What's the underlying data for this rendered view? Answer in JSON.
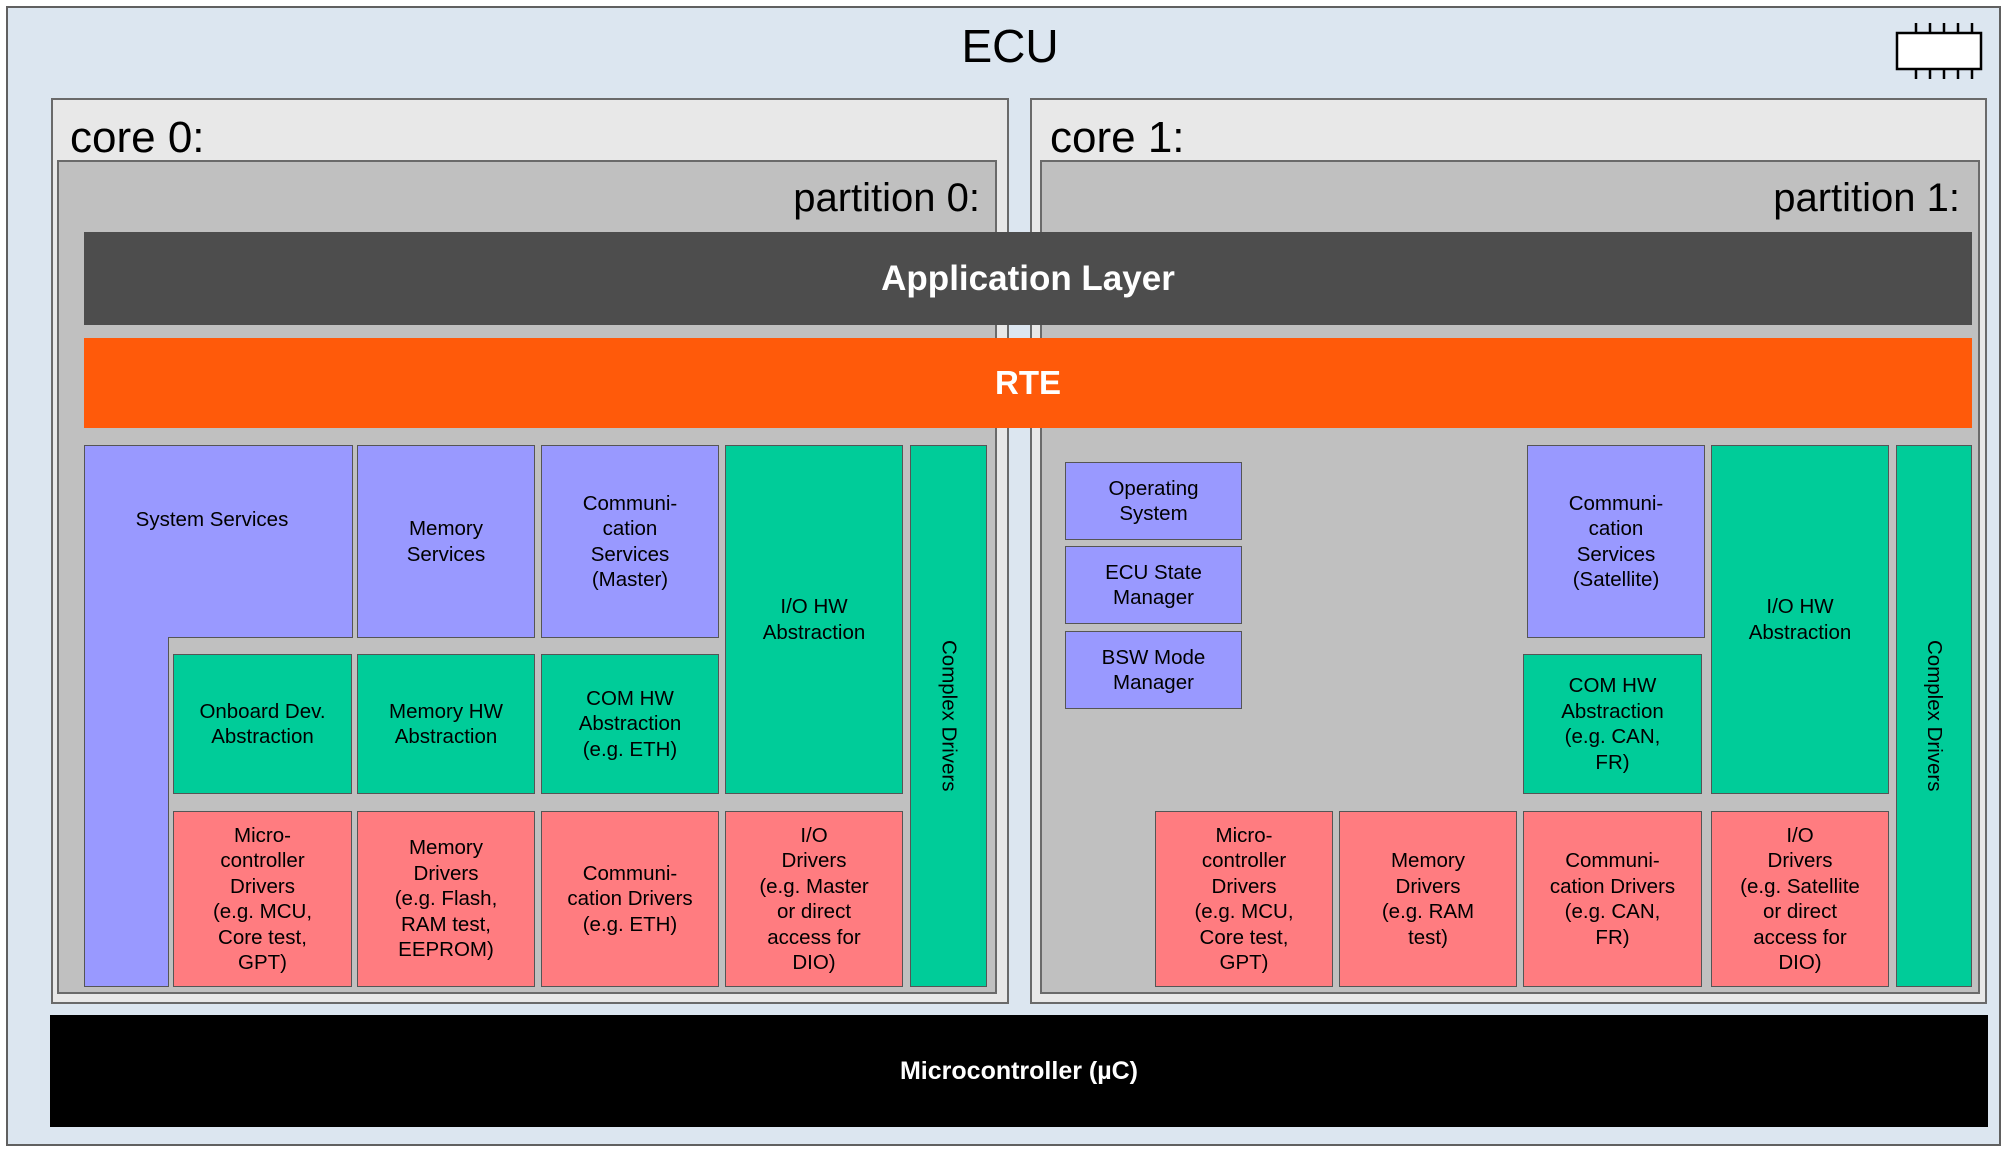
{
  "ecu": {
    "title": "ECU"
  },
  "cores": [
    {
      "label": "core 0:",
      "partition": "partition 0:"
    },
    {
      "label": "core 1:",
      "partition": "partition 1:"
    }
  ],
  "layers": {
    "application": "Application Layer",
    "rte": "RTE",
    "microcontroller": "Microcontroller (µC)"
  },
  "partition0": {
    "system_services": "System Services",
    "memory_services": "Memory\nServices",
    "comm_services": "Communi-\ncation\nServices\n(Master)",
    "io_hw": "I/O HW\nAbstraction",
    "complex_drivers": "Complex Drivers",
    "onboard": "Onboard Dev.\nAbstraction",
    "memory_hw": "Memory HW\nAbstraction",
    "com_hw": "COM HW\nAbstraction\n(e.g. ETH)",
    "mc_drivers": "Micro-\ncontroller\nDrivers\n(e.g. MCU,\nCore test,\nGPT)",
    "mem_drivers": "Memory\nDrivers\n(e.g. Flash,\nRAM test,\nEEPROM)",
    "comm_drivers": "Communi-\ncation Drivers\n(e.g. ETH)",
    "io_drivers": "I/O\nDrivers\n(e.g. Master\nor direct\naccess for\nDIO)"
  },
  "partition1": {
    "os": "Operating\nSystem",
    "ecu_state": "ECU State\nManager",
    "bsw_mode": "BSW Mode\nManager",
    "comm_services": "Communi-\ncation\nServices\n(Satellite)",
    "io_hw": "I/O HW\nAbstraction",
    "complex_drivers": "Complex Drivers",
    "com_hw": "COM HW\nAbstraction\n(e.g. CAN,\nFR)",
    "mc_drivers": "Micro-\ncontroller\nDrivers\n(e.g. MCU,\nCore test,\nGPT)",
    "mem_drivers": "Memory\nDrivers\n(e.g. RAM\ntest)",
    "comm_drivers": "Communi-\ncation Drivers\n(e.g. CAN,\nFR)",
    "io_drivers": "I/O\nDrivers\n(e.g. Satellite\nor direct\naccess for\nDIO)"
  },
  "icons": {
    "ecu": "chip-icon"
  },
  "colors": {
    "ecu_bg": "#dce6f0",
    "core_bg": "#e8e8e8",
    "partition_bg": "#c0c0c0",
    "application": "#4d4d4d",
    "rte": "#ff5a0a",
    "microcontroller": "#000000",
    "services": "#9999ff",
    "abstraction": "#00cc99",
    "drivers": "#ff7c80"
  }
}
